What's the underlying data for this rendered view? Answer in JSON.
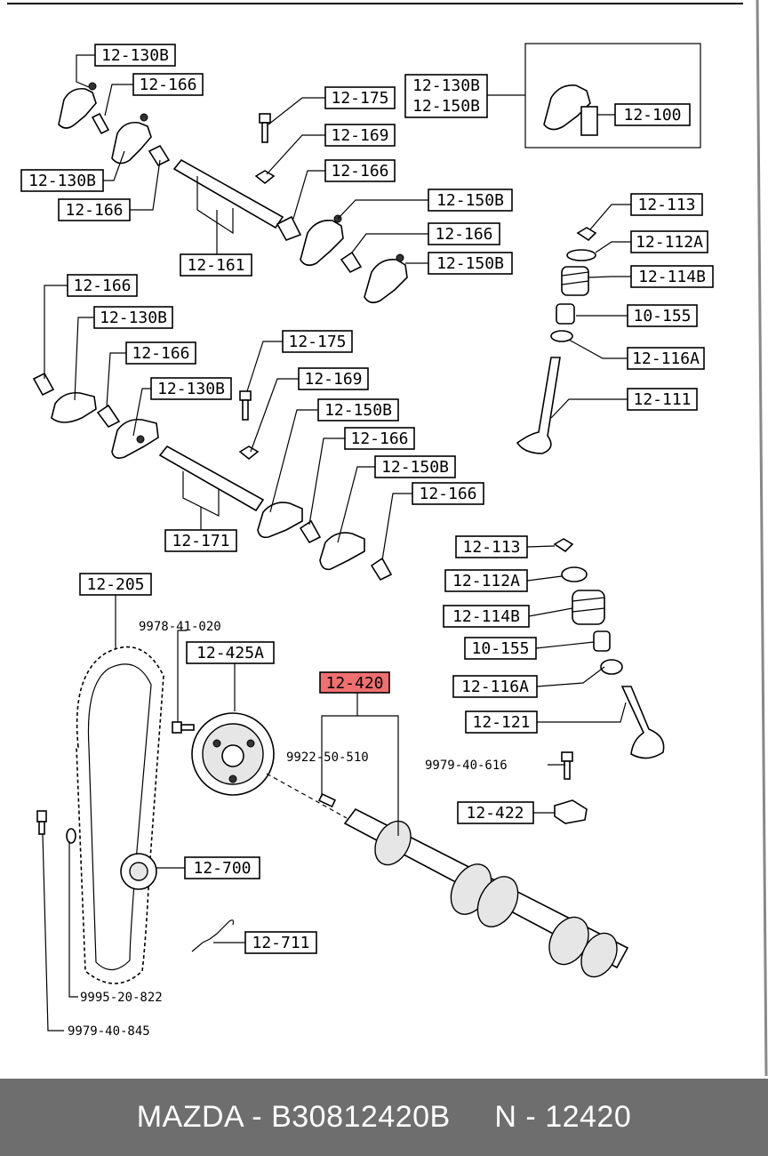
{
  "labels": {
    "l1": "12-130B",
    "l2": "12-166",
    "l3": "12-175",
    "l4": "12-169",
    "l5": "12-166",
    "l6": "12-130B",
    "l7": "12-166",
    "l8": "12-150B",
    "l9": "12-166",
    "l10": "12-150B",
    "l11": "12-161",
    "l12": "12-130B",
    "l13": "12-150B",
    "l14": "12-100",
    "l15": "12-113",
    "l16": "12-112A",
    "l17": "12-114B",
    "l18": "10-155",
    "l19": "12-116A",
    "l20": "12-111",
    "l21": "12-166",
    "l22": "12-130B",
    "l23": "12-166",
    "l24": "12-130B",
    "l25": "12-175",
    "l26": "12-169",
    "l27": "12-150B",
    "l28": "12-166",
    "l29": "12-150B",
    "l30": "12-166",
    "l31": "12-171",
    "l32": "12-113",
    "l33": "12-112A",
    "l34": "12-114B",
    "l35": "10-155",
    "l36": "12-116A",
    "l37": "12-121",
    "l38": "12-205",
    "l39": "12-425A",
    "l40": "12-420",
    "l41": "12-422",
    "l42": "12-700",
    "l43": "12-711"
  },
  "plain": {
    "p1": "9978-41-020",
    "p2": "9922-50-510",
    "p3": "9979-40-616",
    "p4": "9995-20-822",
    "p5": "9979-40-845"
  },
  "footer": {
    "text": "MAZDA - B30812420B     N - 12420"
  },
  "colors": {
    "highlight": "#f07070",
    "footer_bg": "#6e6e6e",
    "footer_text": "#ffffff"
  }
}
